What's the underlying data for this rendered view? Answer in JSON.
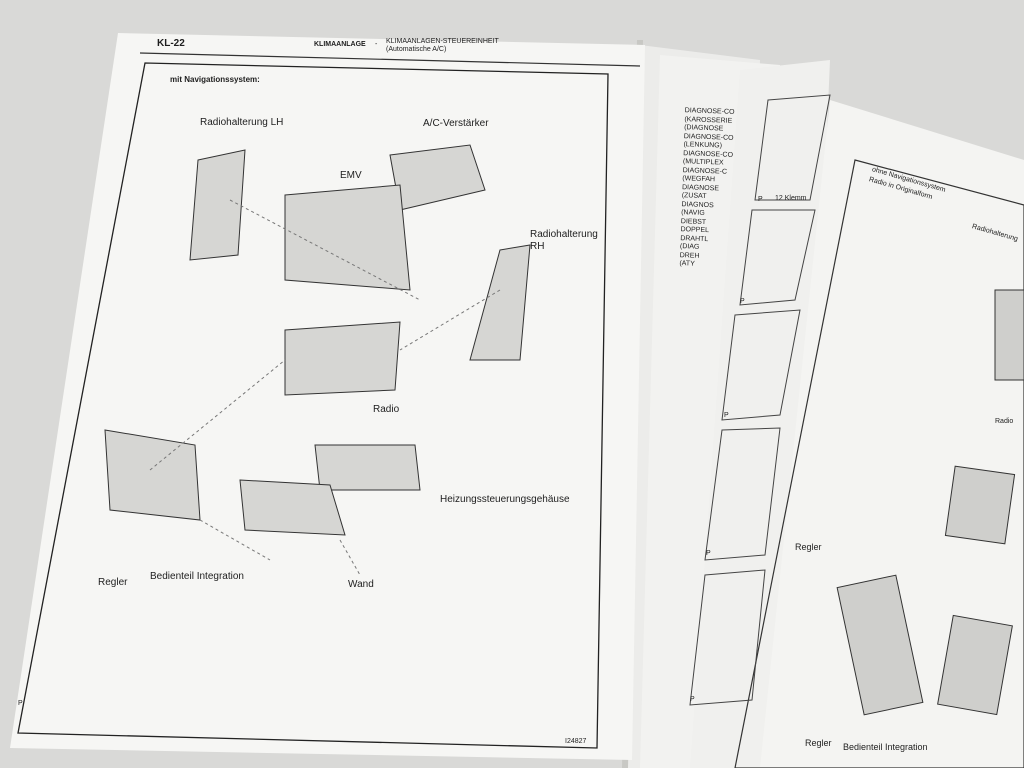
{
  "left_page": {
    "page_number": "KL-22",
    "section": "KLIMAANLAGE",
    "separator": "-",
    "subsection": "KLIMAANLAGEN-STEUEREINHEIT",
    "subsection_note": "(Automatische A/C)",
    "diagram_heading": "mit Navigationssystem:",
    "labels": {
      "radio_bracket_lh": "Radiohalterung LH",
      "ac_amplifier": "A/C-Verstärker",
      "emv": "EMV",
      "radio_bracket_rh_1": "Radiohalterung",
      "radio_bracket_rh_2": "RH",
      "radio": "Radio",
      "heater_control_housing": "Heizungssteuerungsgehäuse",
      "regler": "Regler",
      "control_panel": "Bedienteil Integration",
      "wall": "Wand"
    },
    "corner_mark": "P",
    "figure_id": "I24827"
  },
  "right_pages": {
    "diagnose_lines": [
      "DIAGNOSE-CO",
      "(KAROSSERIE",
      "(DIAGNOSE",
      "DIAGNOSE-CO",
      "(LENKUNG)",
      "DIAGNOSE-CO",
      "(MULTIPLEX",
      "DIAGNOSE-C",
      "(WEGFAH",
      "DIAGNOSE",
      "(ZUSAT",
      "DIAGNOS",
      "(NAVIG",
      "DIEBST",
      "DOPPEL",
      "DRAHTL",
      "(DIAG",
      "DREH",
      "(ATY"
    ],
    "klemm_label": "12 Klemm",
    "heading_line1": "ohne Navigationssystem",
    "heading_line2": "Radio in Originalform",
    "labels": {
      "radio_bracket": "Radiohalterung",
      "radio": "Radio",
      "regler_top": "Regler",
      "control_panel": "Bedienteil Integration",
      "regler_bottom": "Regler"
    },
    "corner_marks": [
      "P",
      "P",
      "P",
      "P",
      "P"
    ]
  }
}
